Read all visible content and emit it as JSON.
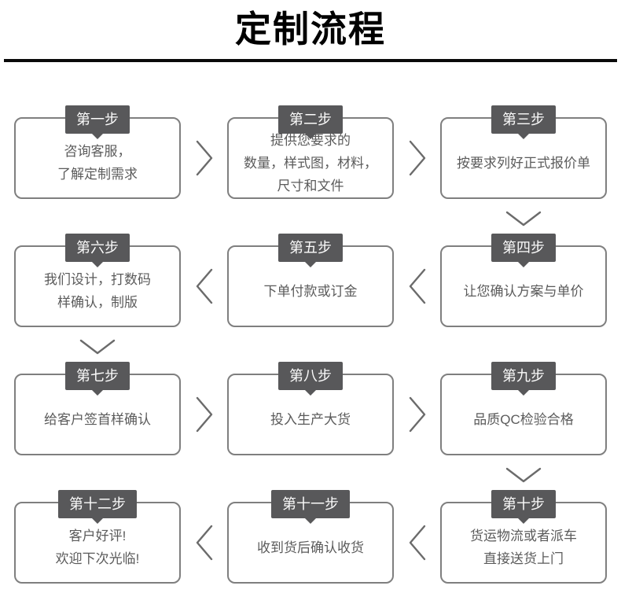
{
  "page": {
    "title": "定制流程",
    "background": "#ffffff"
  },
  "colors": {
    "title_text": "#000000",
    "title_rule": "#0a0a0a",
    "tab_background": "#58585a",
    "tab_text": "#fbfbfb",
    "box_border": "#7f7f7f",
    "box_background": "#ffffff",
    "body_text": "#5b5b5b",
    "arrow": "#6b6b6b"
  },
  "steps": [
    {
      "label": "第一步",
      "lines": [
        "咨询客服，",
        "了解定制需求"
      ]
    },
    {
      "label": "第二步",
      "lines": [
        "提供您要求的",
        "数量，样式图，材料，",
        "尺寸和文件"
      ]
    },
    {
      "label": "第三步",
      "lines": [
        "按要求列好正式报价单"
      ]
    },
    {
      "label": "第四步",
      "lines": [
        "让您确认方案与单价"
      ]
    },
    {
      "label": "第五步",
      "lines": [
        "下单付款或订金"
      ]
    },
    {
      "label": "第六步",
      "lines": [
        "我们设计，打数码",
        "样确认，制版"
      ]
    },
    {
      "label": "第七步",
      "lines": [
        "给客户签首样确认"
      ]
    },
    {
      "label": "第八步",
      "lines": [
        "投入生产大货"
      ]
    },
    {
      "label": "第九步",
      "lines": [
        "品质QC检验合格"
      ]
    },
    {
      "label": "第十步",
      "lines": [
        "货运物流或者派车",
        "直接送货上门"
      ]
    },
    {
      "label": "第十一步",
      "lines": [
        "收到货后确认收货"
      ]
    },
    {
      "label": "第十二步",
      "lines": [
        "客户好评!",
        "欢迎下次光临!"
      ]
    }
  ],
  "connectors": {
    "row1_direction": "right",
    "row2_direction": "left",
    "row3_direction": "right",
    "row4_direction": "left",
    "down_arrow_after_steps": [
      3,
      6,
      9
    ],
    "right_arrow_icon": "chevron-right",
    "left_arrow_icon": "chevron-left",
    "down_arrow_icon": "chevron-down"
  }
}
